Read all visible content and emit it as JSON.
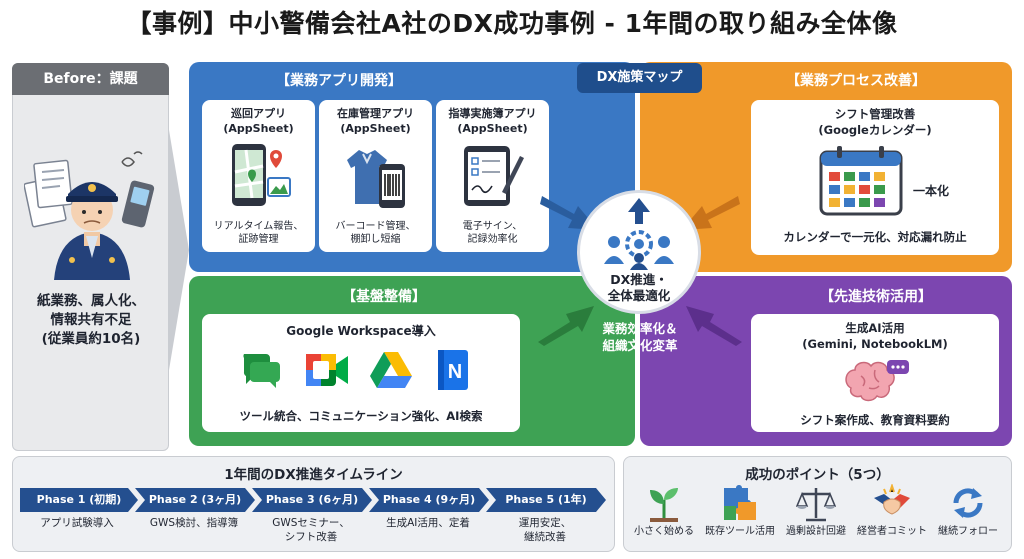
{
  "title": "【事例】中小警備会社A社のDX成功事例 - 1年間の取り組み全体像",
  "before": {
    "header": "Before：課題",
    "lines": [
      "紙業務、属人化、",
      "情報共有不足",
      "(従業員約10名)"
    ]
  },
  "app_dev": {
    "header": "【業務アプリ開発】",
    "cards": [
      {
        "title1": "巡回アプリ",
        "title2": "(AppSheet)",
        "desc1": "リアルタイム報告、",
        "desc2": "証跡管理"
      },
      {
        "title1": "在庫管理アプリ",
        "title2": "(AppSheet)",
        "desc1": "バーコード管理、",
        "desc2": "棚卸し短縮"
      },
      {
        "title1": "指導実施簿アプリ",
        "title2": "(AppSheet)",
        "desc1": "電子サイン、",
        "desc2": "記録効率化"
      }
    ]
  },
  "map_tab": "DX施策マップ",
  "process": {
    "header": "【業務プロセス改善】",
    "title1": "シフト管理改善",
    "title2": "(Googleカレンダー)",
    "unify": "一本化",
    "desc": "カレンダーで一元化、対応漏れ防止"
  },
  "base": {
    "header": "【基盤整備】",
    "title": "Google Workspace導入",
    "desc": "ツール統合、コミュニケーション強化、AI検索"
  },
  "advanced": {
    "header": "【先進技術活用】",
    "title1": "生成AI活用",
    "title2": "(Gemini, NotebookLM)",
    "desc": "シフト案作成、教育資料要約"
  },
  "center": {
    "line1": "DX推進・",
    "line2": "全体最適化",
    "sub1": "業務効率化＆",
    "sub2": "組織文化変革"
  },
  "timeline": {
    "title": "1年間のDX推進タイムライン",
    "phases": [
      {
        "label": "Phase 1 (初期)",
        "desc1": "アプリ試験導入",
        "desc2": ""
      },
      {
        "label": "Phase 2 (3ヶ月)",
        "desc1": "GWS検討、指導簿",
        "desc2": ""
      },
      {
        "label": "Phase 3 (6ヶ月)",
        "desc1": "GWSセミナー、",
        "desc2": "シフト改善"
      },
      {
        "label": "Phase 4 (9ヶ月)",
        "desc1": "生成AI活用、定着",
        "desc2": ""
      },
      {
        "label": "Phase 5 (1年)",
        "desc1": "運用安定、",
        "desc2": "継続改善"
      }
    ]
  },
  "success": {
    "title": "成功のポイント（5つ）",
    "items": [
      {
        "label": "小さく始める",
        "icon": "sprout-icon"
      },
      {
        "label": "既存ツール活用",
        "icon": "puzzle-icon"
      },
      {
        "label": "過剰設計回避",
        "icon": "scale-icon"
      },
      {
        "label": "経営者コミット",
        "icon": "handshake-icon"
      },
      {
        "label": "継続フォロー",
        "icon": "refresh-icon"
      }
    ]
  },
  "colors": {
    "app_dev": "#3a78c4",
    "process": "#f0992a",
    "base": "#3ea254",
    "advanced": "#7c46b0",
    "navy": "#244f8f",
    "before_gray": "#6b6e73"
  }
}
